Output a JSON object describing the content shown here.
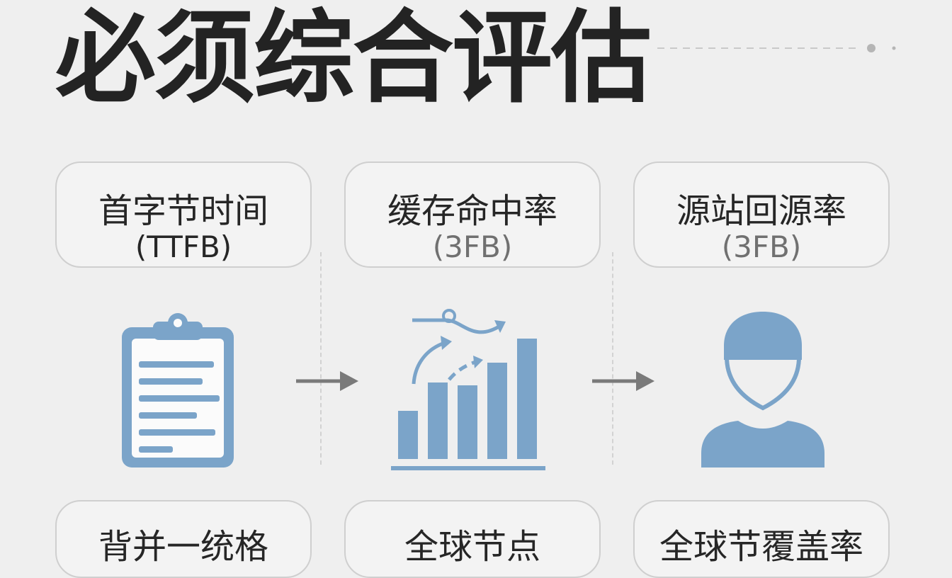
{
  "title": "必须综合评估",
  "colors": {
    "icon_blue": "#7ba4c9",
    "arrow_gray": "#7a7a7a",
    "text_dark": "#262626",
    "text_muted": "#707070",
    "card_border": "#cfcfcf",
    "background": "#efefef"
  },
  "metrics": [
    {
      "name": "首字节时间",
      "abbr": "(TTFB)",
      "icon": "clipboard-icon"
    },
    {
      "name": "缓存命中率",
      "abbr": "(3FB)",
      "icon": "bar-chart-icon"
    },
    {
      "name": "源站回源率",
      "abbr": "(3FB)",
      "icon": "person-icon"
    }
  ],
  "bottom_cards": [
    {
      "text": "背并一统格"
    },
    {
      "text": "全球节点"
    },
    {
      "text": "全球节覆盖率"
    }
  ]
}
